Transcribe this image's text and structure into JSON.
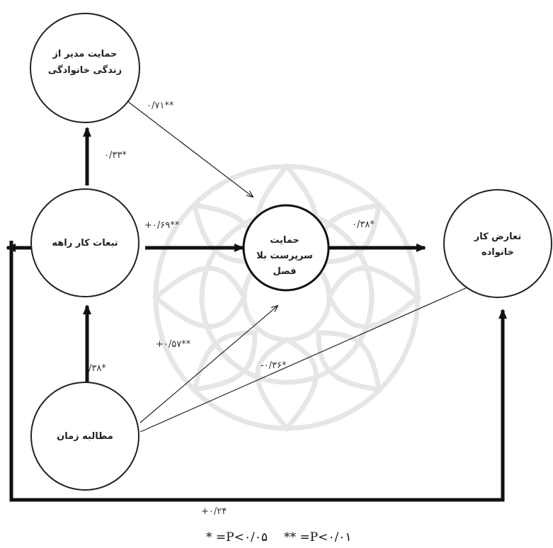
{
  "nodes": {
    "manager_support": [
      "حمایت مدیر از",
      "زندگی خانوادگی"
    ],
    "job_consequences": [
      "تبعات کار راهه"
    ],
    "supervisor_support": [
      "حمایت",
      "سرپرست بلا",
      "فصل"
    ],
    "work_family_conflict": [
      "تعارض کار",
      "خانواده"
    ],
    "time_demand": [
      "مطالبه زمان"
    ]
  },
  "coefficients": {
    "manager_to_supervisor": "۰/۷۱**",
    "job_to_manager": "۰/۳۳*",
    "job_to_supervisor": "+۰/۶۹**",
    "supervisor_to_conflict": "۰/۳۸*",
    "time_to_job": "۰/۳۸*",
    "time_to_supervisor": "+۰/۵۷**",
    "time_to_conflict": "-۰/۳۶*",
    "time_bottom_path": "+۰/۲۴"
  },
  "legend": {
    "single": "* =P<۰/۰۵",
    "double": "** =P<۰/۰۱"
  }
}
